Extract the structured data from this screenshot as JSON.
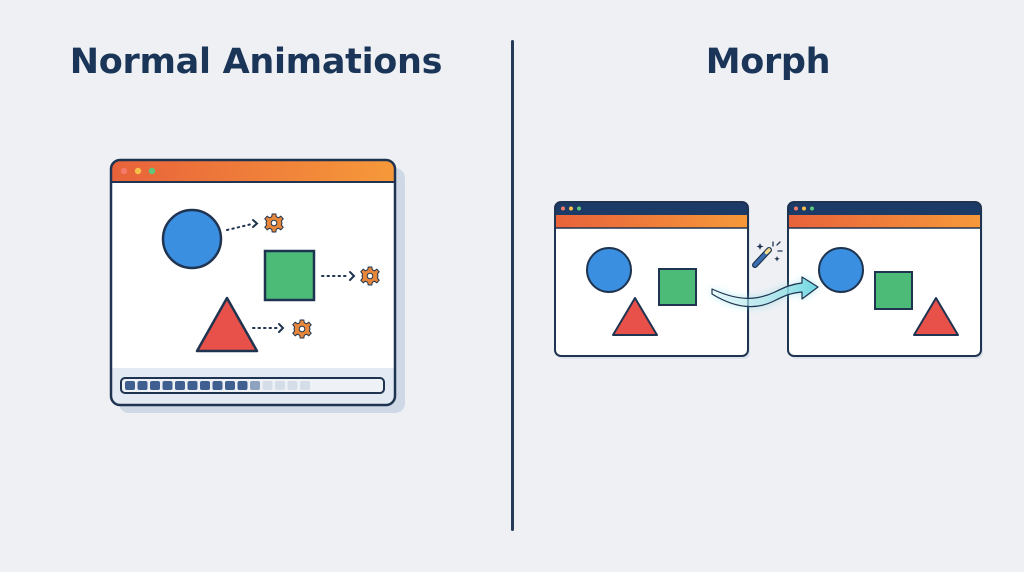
{
  "titles": {
    "left": "Normal Animations",
    "right": "Morph"
  },
  "colors": {
    "background": "#eef0f4",
    "title_text": "#1b3558",
    "outline": "#1f3450",
    "header_gradient_start": "#e8623a",
    "header_gradient_end": "#f6993a",
    "mini_titlebar": "#1b3a66",
    "circle_fill": "#3b8fe0",
    "square_fill": "#4cbb78",
    "triangle_fill": "#e8504a",
    "gear_fill": "#e8873a",
    "progress_filled": "#3e5f8f",
    "progress_partial": "#8ea3c0",
    "progress_empty": "#d5dde8",
    "morph_arrow": "#6dd6e0"
  },
  "left_panel": {
    "window_dots": [
      "red",
      "orange",
      "green"
    ],
    "shapes": [
      {
        "type": "circle",
        "icon": "circle-shape",
        "target": "gear-icon"
      },
      {
        "type": "square",
        "icon": "square-shape",
        "target": "gear-icon"
      },
      {
        "type": "triangle",
        "icon": "triangle-shape",
        "target": "gear-icon"
      }
    ],
    "progress": {
      "filled_segments": 10,
      "partial_segments": 1,
      "faded_segments": 4,
      "total_segments": 15
    }
  },
  "right_panel": {
    "before_window": {
      "window_dots": [
        "red",
        "orange",
        "green"
      ],
      "shapes": [
        "circle",
        "square",
        "triangle"
      ]
    },
    "after_window": {
      "window_dots": [
        "red",
        "orange",
        "green"
      ],
      "shapes": [
        "circle",
        "square",
        "triangle"
      ]
    },
    "transition_icons": [
      "magic-wand-icon",
      "curved-arrow-icon"
    ]
  }
}
